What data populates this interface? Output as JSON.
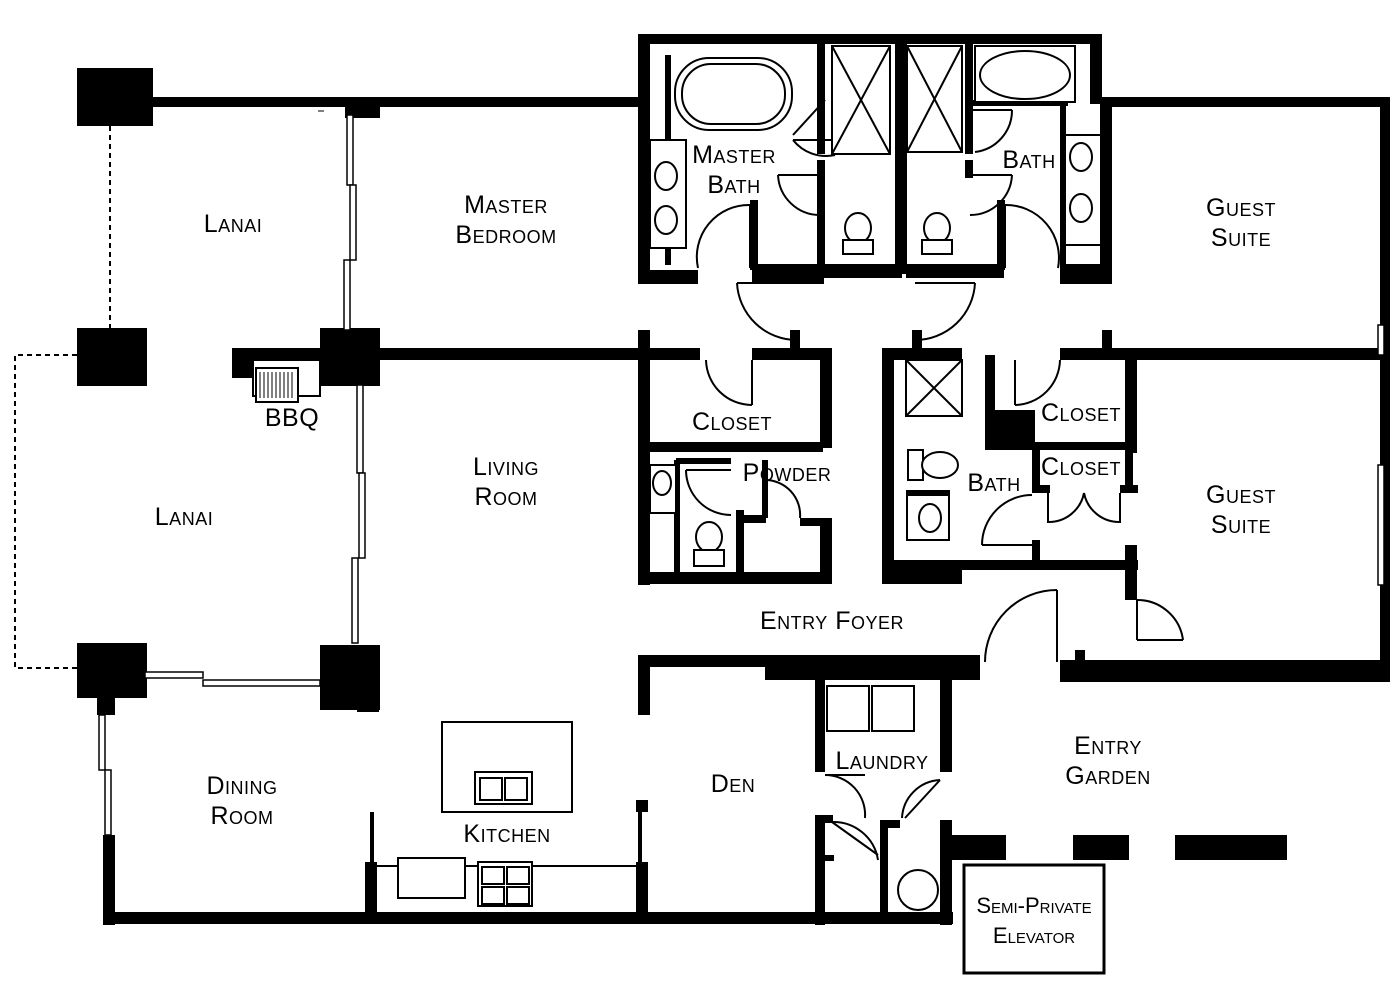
{
  "plan": {
    "rooms": {
      "lanai_top": "Lanai",
      "lanai_bottom": "Lanai",
      "bbq": "BBQ",
      "master_bedroom_1": "Master",
      "master_bedroom_2": "Bedroom",
      "master_bath_1": "Master",
      "master_bath_2": "Bath",
      "bath_top": "Bath",
      "guest_suite_top_1": "Guest",
      "guest_suite_top_2": "Suite",
      "living_room_1": "Living",
      "living_room_2": "Room",
      "closet_left": "Closet",
      "powder": "Powder",
      "closet_right_top": "Closet",
      "closet_right_bottom": "Closet",
      "bath_mid": "Bath",
      "guest_suite_bottom_1": "Guest",
      "guest_suite_bottom_2": "Suite",
      "entry_foyer": "Entry Foyer",
      "dining_room_1": "Dining",
      "dining_room_2": "Room",
      "kitchen": "Kitchen",
      "den": "Den",
      "laundry": "Laundry",
      "entry_garden_1": "Entry",
      "entry_garden_2": "Garden",
      "elevator_1": "Semi-Private",
      "elevator_2": "Elevator"
    }
  }
}
